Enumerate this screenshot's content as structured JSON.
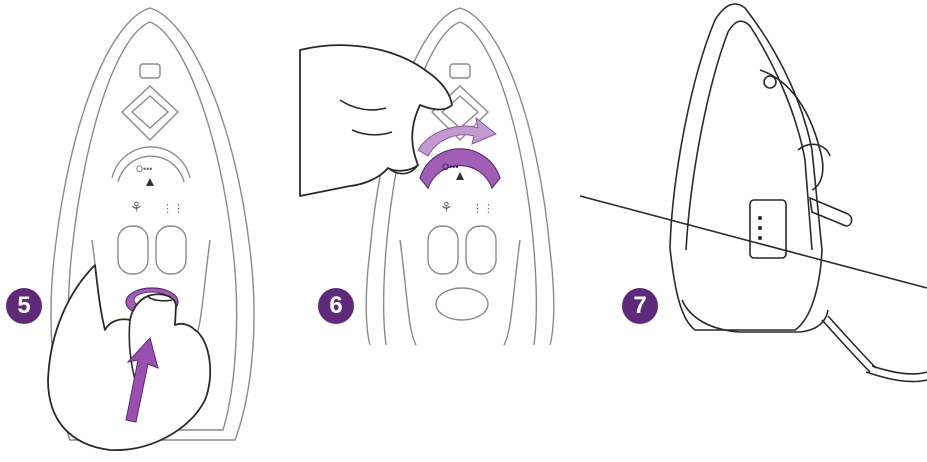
{
  "steps": [
    {
      "number": "5",
      "icon": "pump-button-press"
    },
    {
      "number": "6",
      "icon": "temperature-dial-turn"
    },
    {
      "number": "7",
      "icon": "iron-upright-cooling"
    }
  ],
  "dial_marks": "O•••",
  "colors": {
    "accent": "#5e2a79",
    "highlight": "#a05fb4",
    "outline": "#8a8a8a"
  }
}
